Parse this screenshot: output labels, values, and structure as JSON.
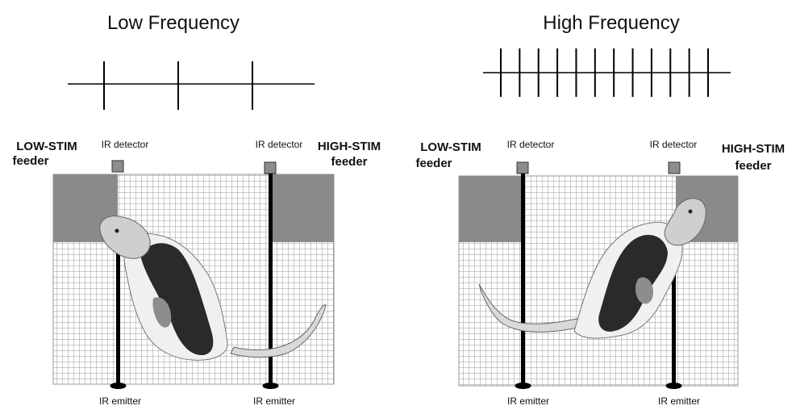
{
  "panels": [
    {
      "title": "Low Frequency",
      "feeder_left": {
        "line1": "LOW-STIM",
        "line2": "feeder"
      },
      "feeder_right": {
        "line1": "HIGH-STIM",
        "line2": "feeder"
      },
      "detector_left": "IR detector",
      "detector_right": "IR detector",
      "emitter_left": "IR emitter",
      "emitter_right": "IR emitter",
      "pulse_count": 3
    },
    {
      "title": "High Frequency",
      "feeder_left": {
        "line1": "LOW-STIM",
        "line2": "feeder"
      },
      "feeder_right": {
        "line1": "HIGH-STIM",
        "line2": "feeder"
      },
      "detector_left": "IR detector",
      "detector_right": "IR detector",
      "emitter_left": "IR emitter",
      "emitter_right": "IR emitter",
      "pulse_count": 12
    }
  ],
  "colors": {
    "feeder": "#8a8a8a",
    "grid": "#9a9a9a",
    "beam": "#000000",
    "detector": "#8c8c8c"
  }
}
